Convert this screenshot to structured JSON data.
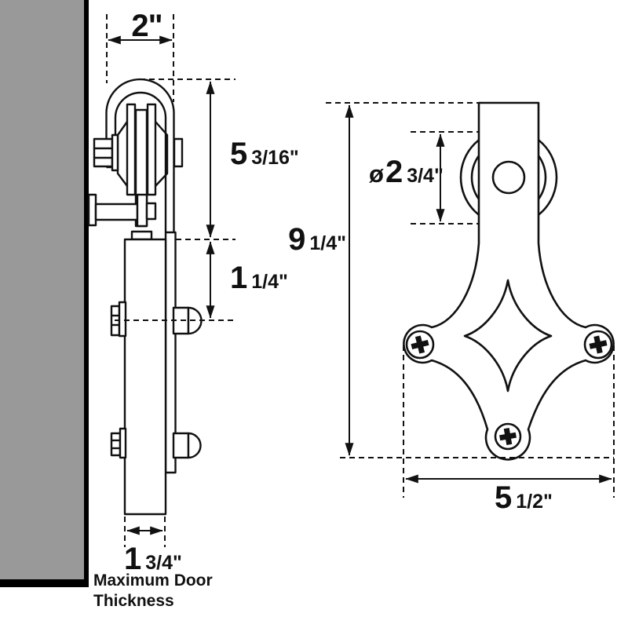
{
  "diagram": {
    "title": "Barn door roller hardware dimension drawing",
    "side_view": "side view of roller strap and door cross-section on wall-mounted track",
    "front_view": "front view of diamond hanger strap with roller wheel and screws"
  },
  "labels": {
    "strap_width": {
      "main": "2\""
    },
    "roller_drop": {
      "main": "5",
      "frac": "3/16\""
    },
    "top_offset": {
      "main": "1",
      "frac": "1/4\""
    },
    "overall_height": {
      "main": "9",
      "frac": "1/4\""
    },
    "wheel_diameter": {
      "prefix": "ø",
      "main": "2",
      "frac": "3/4\""
    },
    "plate_width": {
      "main": "5",
      "frac": "1/2\""
    },
    "door_thickness": {
      "main": "1",
      "frac": "3/4\""
    },
    "door_note_line1": "Maximum Door",
    "door_note_line2": "Thickness"
  },
  "colors": {
    "background": "#ffffff",
    "wall_fill": "#999999",
    "wall_edge": "#000000",
    "line": "#111111"
  }
}
